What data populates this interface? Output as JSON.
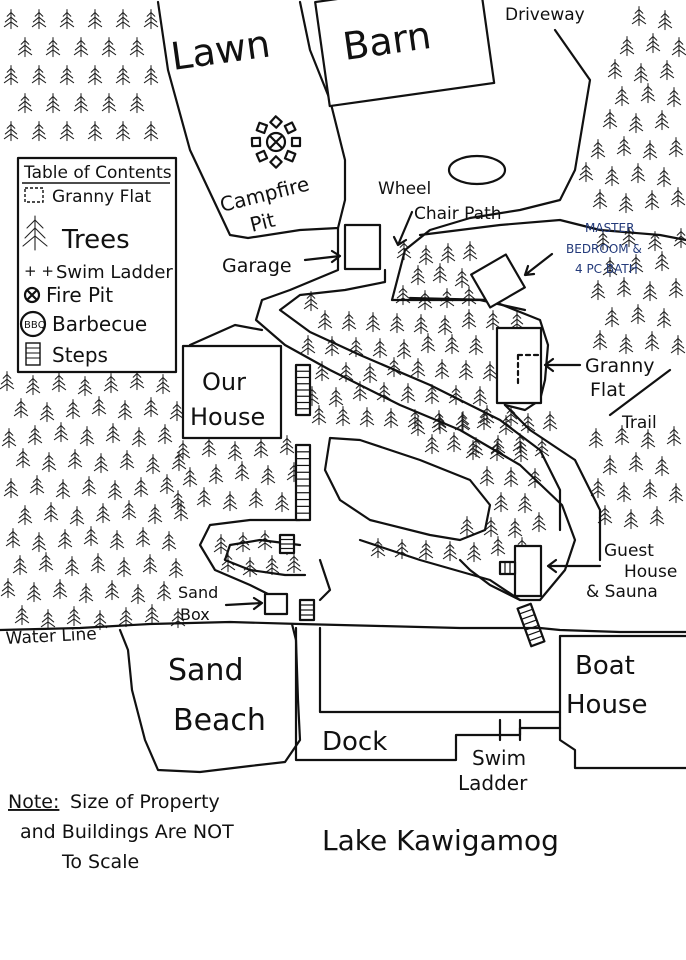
{
  "legend": {
    "title": "Table of Contents",
    "items": [
      {
        "icon": "granny-flat-icon",
        "label": "Granny Flat"
      },
      {
        "icon": "tree-icon",
        "label": "Trees"
      },
      {
        "icon": "swim-ladder-icon",
        "label": "Swim Ladder"
      },
      {
        "icon": "fire-pit-icon",
        "label": "Fire Pit"
      },
      {
        "icon": "barbecue-icon",
        "label": "Barbecue",
        "badge": "BBQ"
      },
      {
        "icon": "steps-icon",
        "label": "Steps"
      }
    ]
  },
  "labels": {
    "lawn": "Lawn",
    "barn": "Barn",
    "driveway": "Driveway",
    "campfire_1": "Campfire",
    "campfire_2": "Pit",
    "wheelchair_1": "Wheel",
    "wheelchair_2": "Chair Path",
    "master_1": "MASTER",
    "master_2": "BEDROOM &",
    "master_3": "4 PC BATH",
    "garage": "Garage",
    "our_house_1": "Our",
    "our_house_2": "House",
    "granny_1": "Granny",
    "granny_2": "Flat",
    "trail": "Trail",
    "guest_1": "Guest",
    "guest_2": "House",
    "guest_3": "& Sauna",
    "sandbox_1": "Sand",
    "sandbox_2": "Box",
    "water_line": "Water Line",
    "sand_1": "Sand",
    "sand_2": "Beach",
    "boat_1": "Boat",
    "boat_2": "House",
    "dock": "Dock",
    "swim_1": "Swim",
    "swim_2": "Ladder",
    "note_head": "Note:",
    "note_1": "Size of Property",
    "note_2": "and Buildings Are NOT",
    "note_3": "To Scale",
    "lake": "Lake Kawigamog"
  },
  "colors": {
    "ink": "#111111",
    "master_ink": "#233a7a",
    "paper": "#ffffff"
  }
}
